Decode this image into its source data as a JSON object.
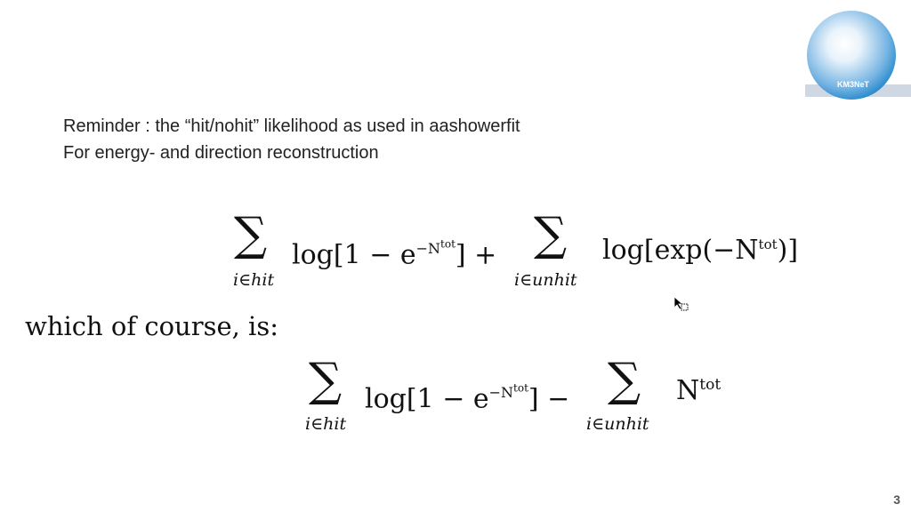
{
  "logo": {
    "text": "KM3NeT"
  },
  "intro": {
    "line1": "Reminder : the “hit/nohit” likelihood as used in aashowerfit",
    "line2": "For energy- and direction reconstruction"
  },
  "formula1": {
    "sum1_symbol": "∑",
    "sum1_sub": "i∈hit",
    "term1": "log[1 − e",
    "term1_exp": "−N",
    "term1_exp_tot": "tot",
    "term1_close": "] +",
    "sum2_symbol": "∑",
    "sum2_sub": "i∈unhit",
    "term2": "log[exp(−N",
    "term2_tot": "tot",
    "term2_close": ")]"
  },
  "which_text": "which of course, is:",
  "formula2": {
    "sum1_symbol": "∑",
    "sum1_sub": "i∈hit",
    "term1": "log[1 − e",
    "term1_exp": "−N",
    "term1_exp_tot": "tot",
    "term1_close": "] −",
    "sum2_symbol": "∑",
    "sum2_sub": "i∈unhit",
    "term2": "N",
    "term2_tot": "tot"
  },
  "page_number": "3"
}
